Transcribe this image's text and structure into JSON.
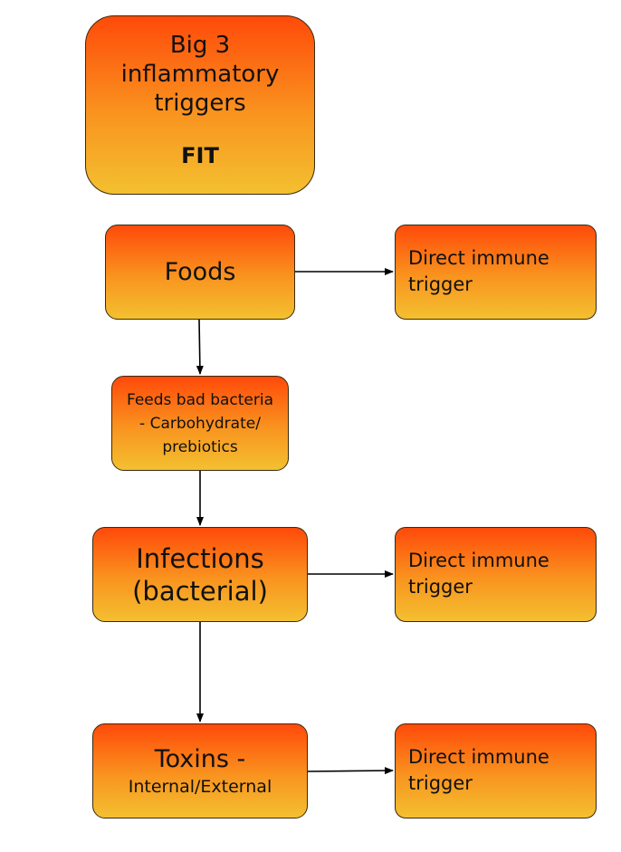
{
  "title_box": {
    "lines": [
      "Big 3",
      "inflammatory",
      "triggers"
    ],
    "tag": "FIT"
  },
  "nodes": {
    "foods": {
      "label": "Foods"
    },
    "feeds": {
      "label": "Feeds bad bacteria - Carbohydrate/ prebiotics"
    },
    "infections": {
      "line1": "Infections",
      "line2": "(bacterial)"
    },
    "toxins": {
      "line1": "Toxins -",
      "line2": "Internal/External"
    }
  },
  "side_nodes": {
    "foods_trigger": {
      "label": "Direct immune trigger"
    },
    "infections_trigger": {
      "label": "Direct immune trigger"
    },
    "toxins_trigger": {
      "label": "Direct immune trigger"
    }
  },
  "colors": {
    "gradient_top": "#ff4a0a",
    "gradient_mid": "#f9941f",
    "gradient_bottom": "#f3c030",
    "border": "#3a2a10",
    "arrow": "#000000"
  }
}
